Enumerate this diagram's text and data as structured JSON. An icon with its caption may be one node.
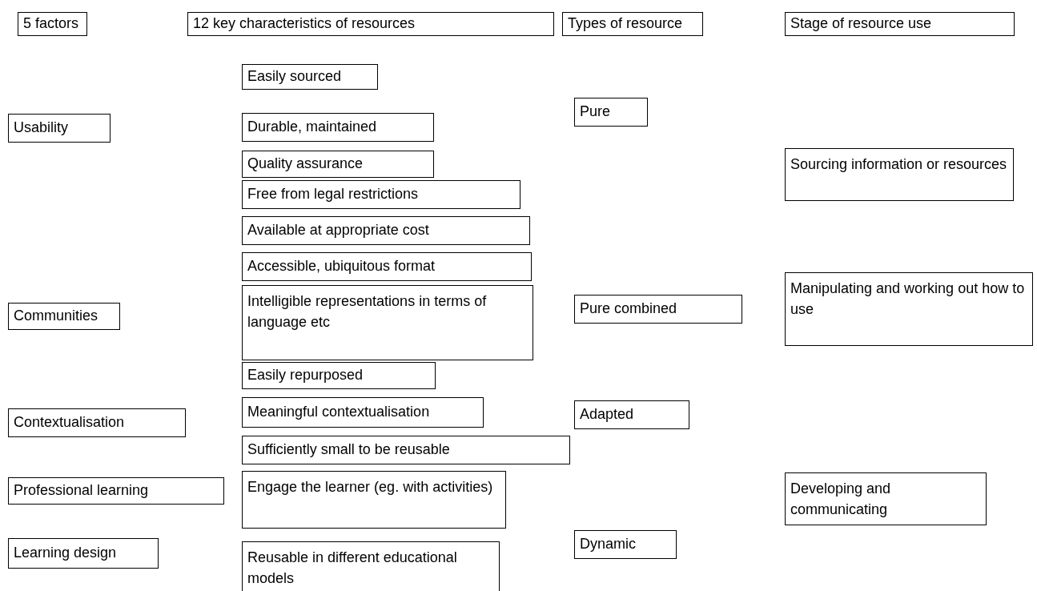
{
  "diagram": {
    "nodes": [
      {
        "text": [
          "5 factors"
        ]
      },
      {
        "text": [
          "12 key characteristics of resources"
        ]
      },
      {
        "text": [
          "Types of resource"
        ]
      },
      {
        "text": [
          "Stage of resource use"
        ]
      },
      {
        "text": [
          "Usability"
        ]
      },
      {
        "text": [
          "Communities"
        ]
      },
      {
        "text": [
          "Contextualisation"
        ]
      },
      {
        "text": [
          "Professional learning"
        ]
      },
      {
        "text": [
          "Learning design"
        ]
      },
      {
        "text": [
          "Easily sourced"
        ]
      },
      {
        "text": [
          "Durable, maintained"
        ]
      },
      {
        "text": [
          "Quality assurance"
        ]
      },
      {
        "text": [
          "Free from legal restrictions"
        ]
      },
      {
        "text": [
          "Available at appropriate cost"
        ]
      },
      {
        "text": [
          "Accessible, ubiquitous format"
        ]
      },
      {
        "text": [
          "Intelligible representations in terms of language etc"
        ]
      },
      {
        "text": [
          "Easily repurposed"
        ]
      },
      {
        "text": [
          "Meaningful contextualisation"
        ]
      },
      {
        "text": [
          "Sufficiently small to be reusable"
        ]
      },
      {
        "text": [
          "Engage the learner (eg. with activities)"
        ]
      },
      {
        "text": [
          "Reusable in different educational models"
        ]
      },
      {
        "text": [
          "Pure"
        ]
      },
      {
        "text": [
          "Pure combined"
        ]
      },
      {
        "text": [
          "Adapted"
        ]
      },
      {
        "text": [
          "Dynamic"
        ]
      },
      {
        "text": [
          "Sourcing information or resources"
        ]
      },
      {
        "text": [
          "Manipulating and working out how to use"
        ]
      },
      {
        "text": [
          "Developing and communicating"
        ]
      }
    ]
  }
}
